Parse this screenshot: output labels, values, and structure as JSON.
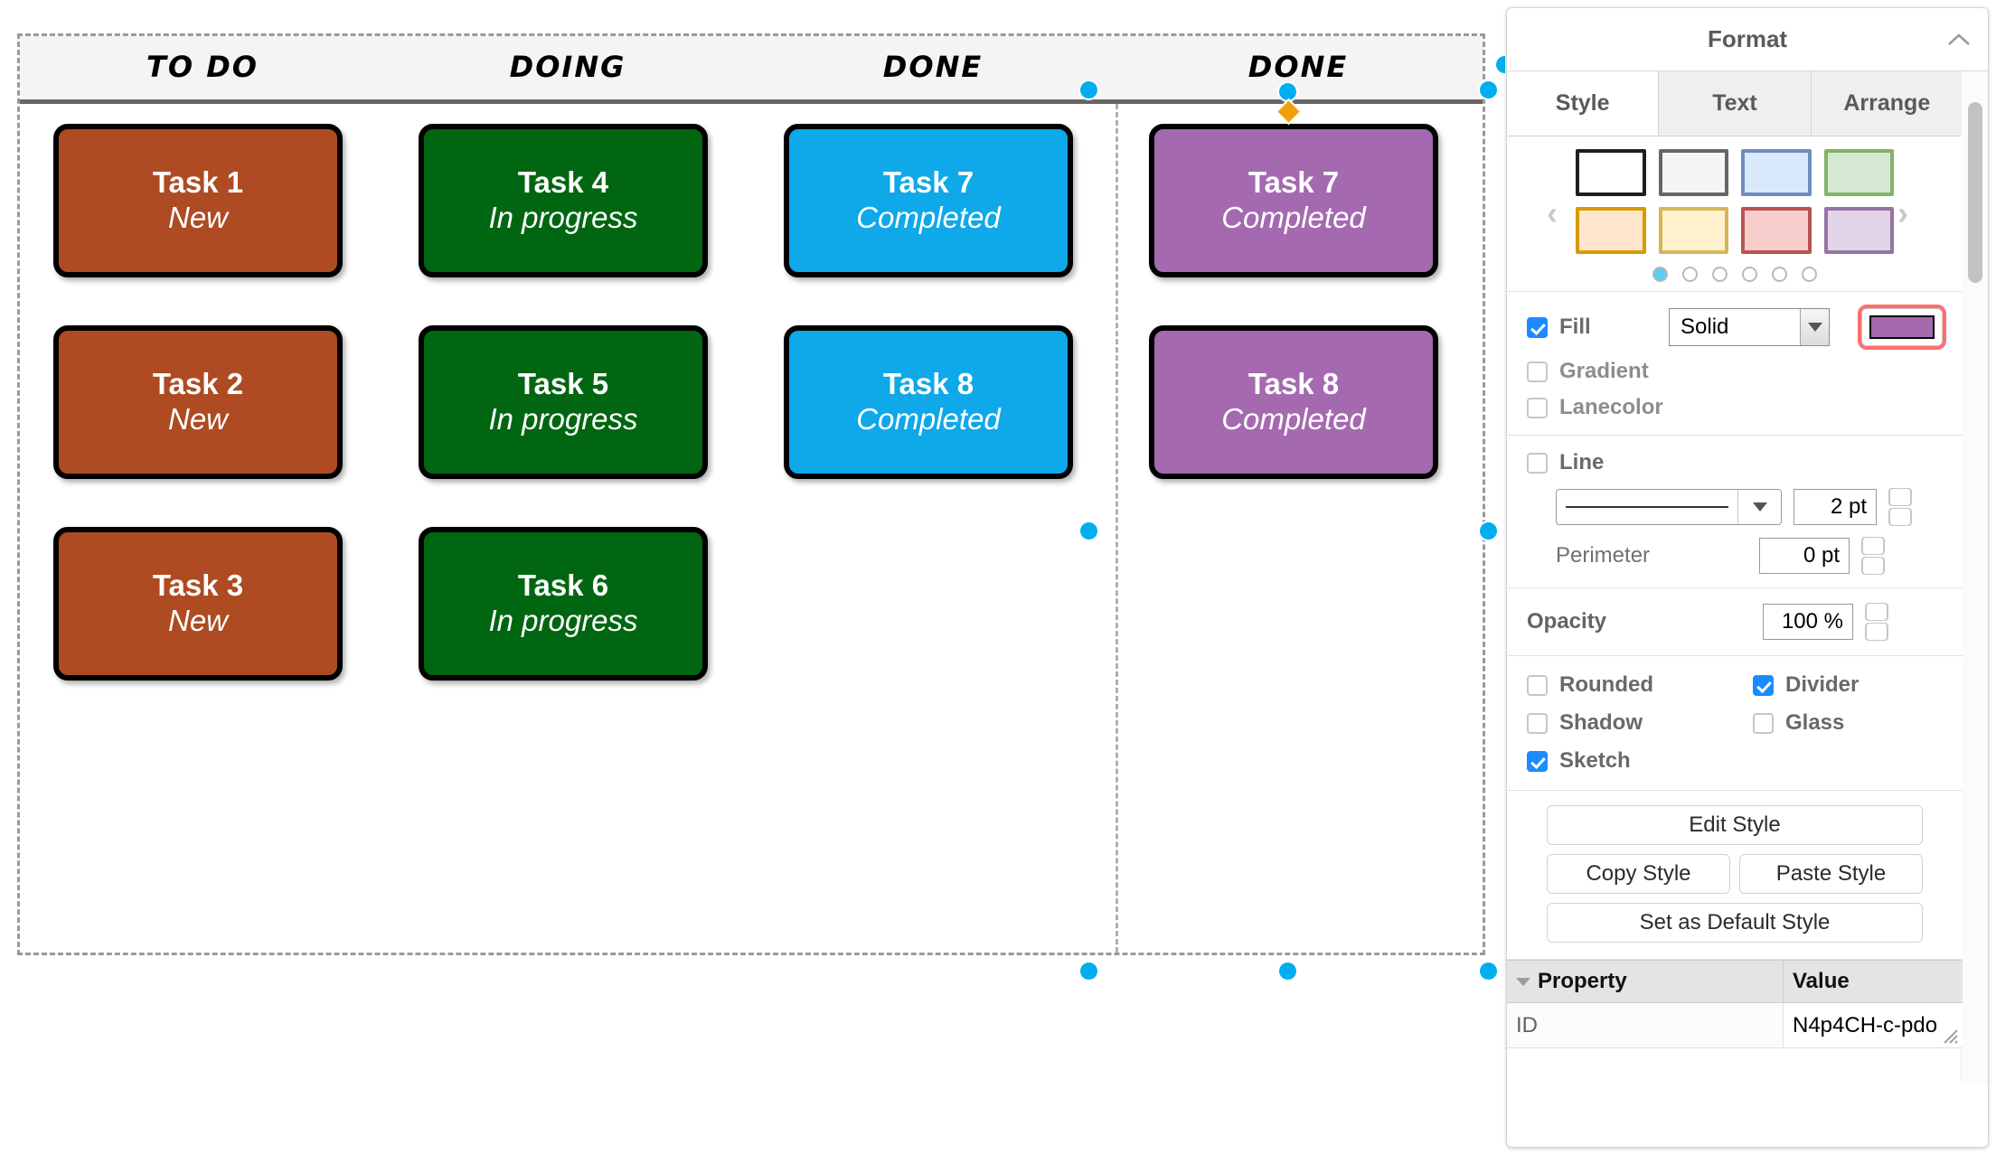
{
  "canvas": {
    "pool": {
      "lanes": [
        {
          "title": "TO DO"
        },
        {
          "title": "DOING"
        },
        {
          "title": "DONE"
        },
        {
          "title": "DONE"
        }
      ],
      "cards": [
        {
          "title": "Task 1",
          "status": "New",
          "color": "#AE4B22",
          "lane": 0,
          "row": 0
        },
        {
          "title": "Task 2",
          "status": "New",
          "color": "#AE4B22",
          "lane": 0,
          "row": 1
        },
        {
          "title": "Task 3",
          "status": "New",
          "color": "#AE4B22",
          "lane": 0,
          "row": 2
        },
        {
          "title": "Task 4",
          "status": "In progress",
          "color": "#006611",
          "lane": 1,
          "row": 0
        },
        {
          "title": "Task 5",
          "status": "In progress",
          "color": "#006611",
          "lane": 1,
          "row": 1
        },
        {
          "title": "Task 6",
          "status": "In progress",
          "color": "#006611",
          "lane": 1,
          "row": 2
        },
        {
          "title": "Task 7",
          "status": "Completed",
          "color": "#0FA8E8",
          "lane": 2,
          "row": 0
        },
        {
          "title": "Task 8",
          "status": "Completed",
          "color": "#0FA8E8",
          "lane": 2,
          "row": 1
        },
        {
          "title": "Task 7",
          "status": "Completed",
          "color": "#A569B0",
          "lane": 3,
          "row": 0
        },
        {
          "title": "Task 8",
          "status": "Completed",
          "color": "#A569B0",
          "lane": 3,
          "row": 1
        }
      ]
    },
    "selection": {
      "handle_color": "#00AEEF",
      "rotate_handle_color": "#F2A007"
    }
  },
  "panel": {
    "title": "Format",
    "collapse_icon": "chevron-up-icon",
    "tabs": [
      {
        "label": "Style",
        "active": true
      },
      {
        "label": "Text",
        "active": false
      },
      {
        "label": "Arrange",
        "active": false
      }
    ],
    "style_presets": {
      "prev_label": "‹",
      "next_label": "›",
      "swatches": [
        {
          "fill": "#ffffff",
          "stroke": "#1f1f1f"
        },
        {
          "fill": "#f5f5f5",
          "stroke": "#666666"
        },
        {
          "fill": "#dae8fc",
          "stroke": "#6c8ebf"
        },
        {
          "fill": "#d5e8d4",
          "stroke": "#82b366"
        },
        {
          "fill": "#ffe6cc",
          "stroke": "#d79b00"
        },
        {
          "fill": "#fff2cc",
          "stroke": "#d6b656"
        },
        {
          "fill": "#f8cecc",
          "stroke": "#b85450"
        },
        {
          "fill": "#e1d5e7",
          "stroke": "#9673a6"
        }
      ],
      "page_count": 6,
      "active_page": 1,
      "active_dot_color": "#5BCDF5"
    },
    "fill": {
      "checkbox_label": "Fill",
      "checked": true,
      "fill_type_value": "Solid",
      "fill_type_options": [
        "Solid"
      ],
      "color_value": "#A569B0",
      "color_button_focus_ring": "#FF6F6F",
      "gradient_label": "Gradient",
      "gradient_checked": false,
      "lanecolor_label": "Lanecolor",
      "lanecolor_checked": false
    },
    "line": {
      "checkbox_label": "Line",
      "checked": false,
      "width_value": "2 pt",
      "perimeter_label": "Perimeter",
      "perimeter_value": "0 pt"
    },
    "opacity": {
      "label": "Opacity",
      "value": "100 %"
    },
    "toggles": [
      {
        "label": "Rounded",
        "checked": false
      },
      {
        "label": "Divider",
        "checked": true
      },
      {
        "label": "Shadow",
        "checked": false
      },
      {
        "label": "Glass",
        "checked": false
      },
      {
        "label": "Sketch",
        "checked": true
      }
    ],
    "actions": {
      "edit_style": "Edit Style",
      "copy_style": "Copy Style",
      "paste_style": "Paste Style",
      "set_default_style": "Set as Default Style"
    },
    "properties": {
      "col_property": "Property",
      "col_value": "Value",
      "rows": [
        {
          "name": "ID",
          "value": "N4p4CH-c-pdo"
        }
      ]
    }
  }
}
